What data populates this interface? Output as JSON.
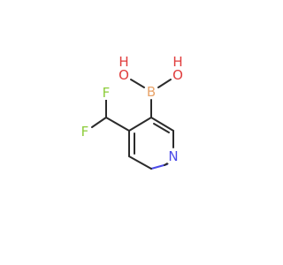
{
  "molecule": {
    "atoms": {
      "f_top": {
        "label": "F",
        "color": "#8ccc3a"
      },
      "f_left": {
        "label": "F",
        "color": "#8ccc3a"
      },
      "o_left": {
        "label": "O",
        "color": "#e03c3c"
      },
      "h_left": {
        "label": "H",
        "color": "#e03c3c"
      },
      "o_right": {
        "label": "O",
        "color": "#e03c3c"
      },
      "h_right": {
        "label": "H",
        "color": "#e03c3c"
      },
      "boron": {
        "label": "B",
        "color": "#e8a36a"
      },
      "nitrogen": {
        "label": "N",
        "color": "#4a4ae8"
      }
    },
    "bond_color": "#2b2b2b"
  }
}
